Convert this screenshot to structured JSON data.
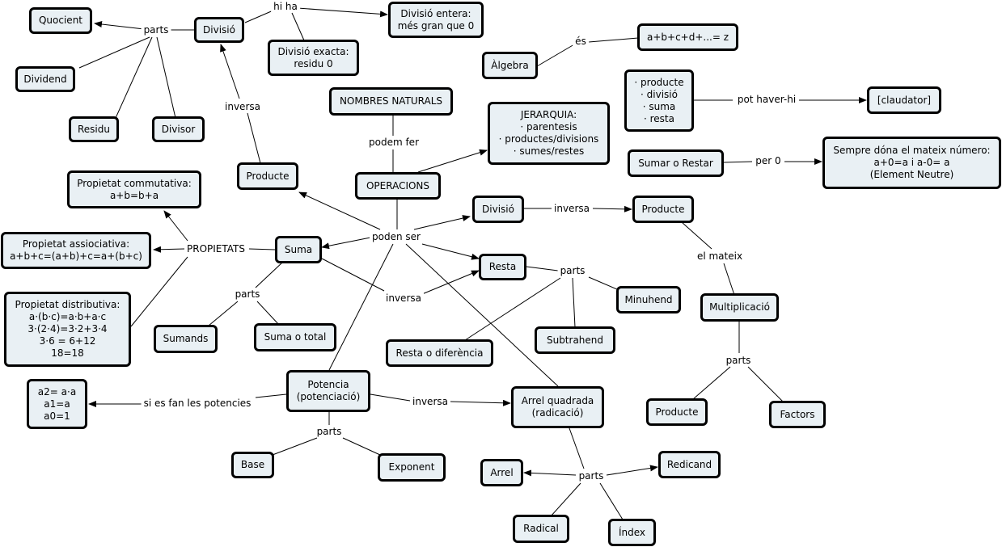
{
  "nodes": {
    "quocient": "Quocient",
    "divisio_top": "Divisió",
    "divisio_entera": "Divisió entera:\nmés gran que 0",
    "divisio_exacta": "Divisió exacta:\nresidu 0",
    "dividend": "Dividend",
    "residu": "Residu",
    "divisor": "Divisor",
    "algebra": "Àlgebra",
    "algebra_formula": "a+b+c+d+...= z",
    "nombres_naturals": "NOMBRES NATURALS",
    "jerarquia": "JERARQUIA:\n· parentesis\n· productes/divisions\n· sumes/restes",
    "ops_list": "· producte\n· divisió\n· suma\n· resta",
    "claudator": "[claudator]",
    "sumar_restar": "Sumar o Restar",
    "element_neutre": "Sempre dóna el mateix número:\na+0=a i a-0= a\n(Element Neutre)",
    "producte_left": "Producte",
    "operacions": "OPERACIONS",
    "prop_commutativa": "Propietat commutativa:\na+b=b+a",
    "prop_associativa": "Propietat assiociativa:\na+b+c=(a+b)+c=a+(b+c)",
    "prop_distributiva": "Propietat distributiva:\na·(b·c)=a·b+a·c\n3·(2·4)=3·2+3·4\n3·6 = 6+12\n18=18",
    "suma": "Suma",
    "divisio_mid": "Divisió",
    "producte_mid": "Producte",
    "resta": "Resta",
    "minuhend": "Minuhend",
    "subtrahend": "Subtrahend",
    "resta_diferencia": "Resta o diferència",
    "multiplicacio": "Multiplicació",
    "sumands": "Sumands",
    "suma_total": "Suma o total",
    "potencia": "Potencia\n(potenciació)",
    "potencies_vals": "a2= a·a\na1=a\na0=1",
    "arrel_quadrada": "Arrel quadrada\n(radicació)",
    "producte_bottom": "Producte",
    "factors": "Factors",
    "base": "Base",
    "exponent": "Exponent",
    "arrel": "Arrel",
    "redicand": "Redicand",
    "radical": "Radical",
    "index": "Índex"
  },
  "labels": {
    "parts_division": "parts",
    "hi_ha": "hi ha",
    "es": "és",
    "pot_haver_hi": "pot haver-hi",
    "podem_fer": "podem fer",
    "per_0": "per 0",
    "inversa_producte": "inversa",
    "poden_ser": "poden ser",
    "propietats": "PROPIETATS",
    "inversa_divisio": "inversa",
    "el_mateix": "el mateix",
    "parts_resta": "parts",
    "parts_suma": "parts",
    "inversa_resta": "inversa",
    "parts_multiplicacio": "parts",
    "si_es_fan": "si es fan les potencies",
    "inversa_potencia": "inversa",
    "parts_potencia": "parts",
    "parts_arrel": "parts"
  }
}
